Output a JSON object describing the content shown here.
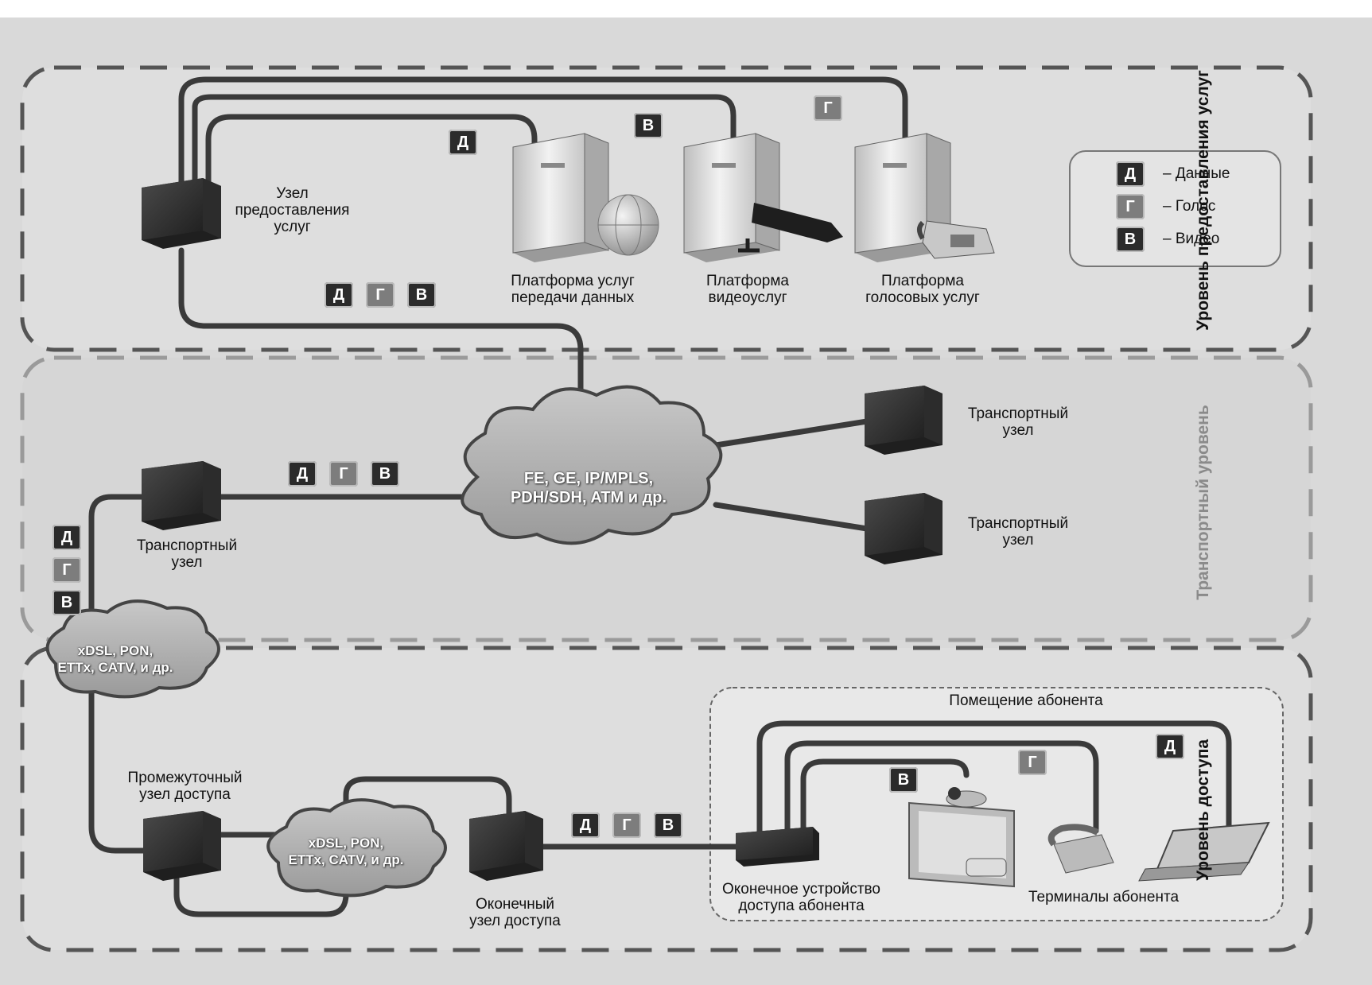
{
  "layers": {
    "services": "Уровень предоставления услуг",
    "transport": "Транспортный уровень",
    "access": "Уровень доступа"
  },
  "legend": {
    "data_letter": "Д",
    "data_label": "– Данные",
    "voice_letter": "Г",
    "voice_label": "– Голос",
    "video_letter": "В",
    "video_label": "– Видео"
  },
  "tags": {
    "d": "Д",
    "g": "Г",
    "v": "В"
  },
  "nodes": {
    "service_node": [
      "Узел",
      "предоставления",
      "услуг"
    ],
    "platform_data": [
      "Платформа услуг",
      "передачи данных"
    ],
    "platform_video": [
      "Платформа",
      "видеоуслуг"
    ],
    "platform_voice": [
      "Платформа",
      "голосовых услуг"
    ],
    "transport_left": [
      "Транспортный",
      "узел"
    ],
    "transport_right_1": [
      "Транспортный",
      "узел"
    ],
    "transport_right_2": [
      "Транспортный",
      "узел"
    ],
    "intermediate_access": [
      "Промежуточный",
      "узел доступа"
    ],
    "final_access": [
      "Оконечный",
      "узел доступа"
    ],
    "subscriber_device": [
      "Оконечное устройство",
      "доступа абонента"
    ],
    "subscriber_terminals": "Терминалы абонента",
    "subscriber_premises": "Помещение абонента"
  },
  "clouds": {
    "core": [
      "FE, GE, IP/MPLS,",
      "PDH/SDH, ATM и др."
    ],
    "access_left": [
      "xDSL, PON,",
      "ETTx, CATV, и др."
    ],
    "access_bottom": [
      "xDSL, PON,",
      "ETTx, CATV, и др."
    ]
  }
}
